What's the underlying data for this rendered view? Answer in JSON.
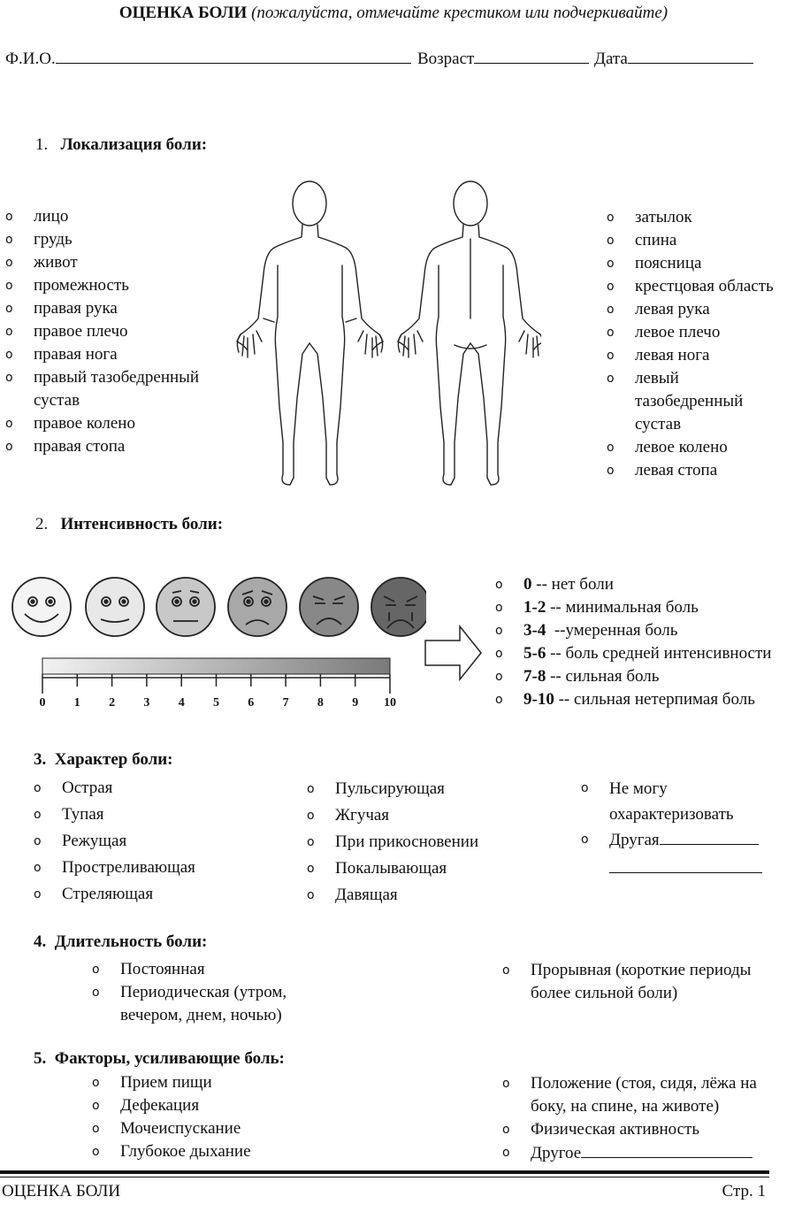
{
  "header": {
    "title_bold": "ОЦЕНКА БОЛИ",
    "title_italic": "(пожалуйста, отмечайте крестиком или подчеркивайте)",
    "fio_label": "Ф.И.О.",
    "age_label": "Возраст",
    "date_label": "Дата"
  },
  "section1": {
    "number": "1.",
    "title": "Локализация боли:",
    "left_items": [
      "лицо",
      "грудь",
      "живот",
      "промежность",
      "правая рука",
      "правое плечо",
      "правая нога",
      "правый тазобедренный сустав",
      "правое колено",
      "правая стопа"
    ],
    "right_items": [
      "затылок",
      "спина",
      "поясница",
      "крестцовая область",
      "левая рука",
      "левое плечо",
      "левая нога",
      "левый тазобедренный сустав",
      "левое колено",
      "левая стопа"
    ]
  },
  "section2": {
    "number": "2.",
    "title": "Интенсивность боли:",
    "scale_ticks": [
      "0",
      "1",
      "2",
      "3",
      "4",
      "5",
      "6",
      "7",
      "8",
      "9",
      "10"
    ],
    "levels": [
      {
        "score": "0",
        "text": " -- нет боли"
      },
      {
        "score": "1-2",
        "text": " -- минимальная боль"
      },
      {
        "score": "3-4",
        "text": "  --умеренная боль"
      },
      {
        "score": "5-6",
        "text": " -- боль средней интенсивности"
      },
      {
        "score": "7-8",
        "text": " -- сильная боль"
      },
      {
        "score": "9-10",
        "text": " -- сильная нетерпимая боль"
      }
    ]
  },
  "section3": {
    "number": "3.",
    "title": "Характер боли:",
    "col1": [
      "Острая",
      "Тупая",
      "Режущая",
      "Простреливающая",
      "Стреляющая"
    ],
    "col2": [
      "Пульсирующая",
      "Жгучая",
      "При прикосновении",
      "Покалывающая",
      "Давящая"
    ],
    "col3": [
      "Не могу охарактеризовать",
      "Другая"
    ]
  },
  "section4": {
    "number": "4.",
    "title": "Длительность боли:",
    "left": [
      "Постоянная",
      "Периодическая (утром, вечером, днем, ночью)"
    ],
    "right": [
      "Прорывная  (короткие периоды более сильной боли)"
    ]
  },
  "section5": {
    "number": "5.",
    "title": "Факторы, усиливающие боль:",
    "left": [
      "Прием пищи",
      "Дефекация",
      "Мочеиспускание",
      "Глубокое дыхание"
    ],
    "right": [
      "Положение (стоя, сидя, лёжа на боку, на спине, на животе)",
      "Физическая активность",
      "Другое"
    ]
  },
  "footer": {
    "left": "ОЦЕНКА БОЛИ",
    "right": "Стр. 1"
  }
}
